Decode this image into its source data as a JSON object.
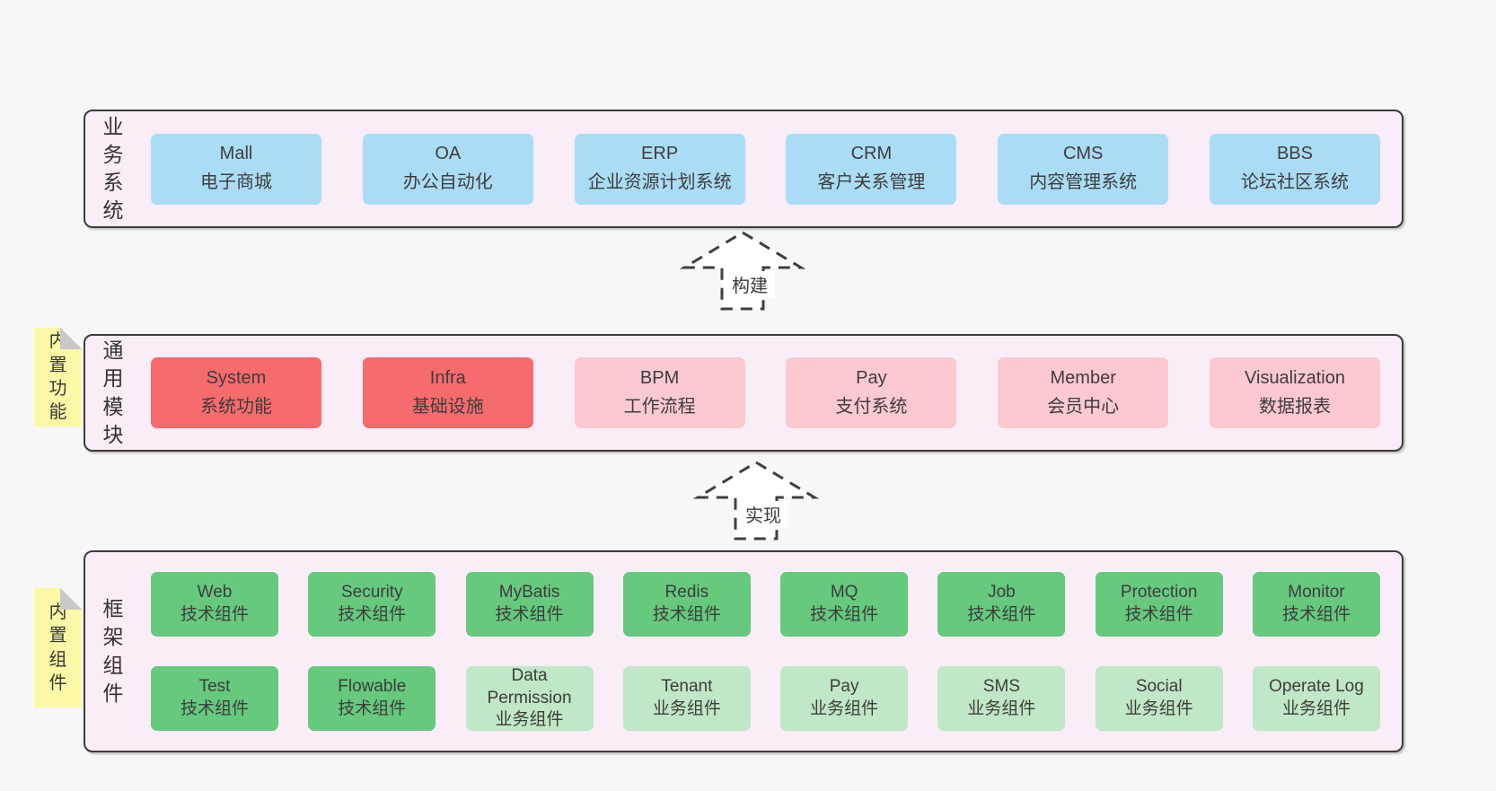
{
  "colors": {
    "page_bg": "#f7f7f7",
    "container_bg": "#f9edf7",
    "container_border": "#3c3c3c",
    "business_box": "#abdcf5",
    "module_core_box": "#f56b6e",
    "module_box": "#fcc9d1",
    "tech_component_box": "#66c97e",
    "biz_component_box": "#c0e7c7",
    "sticky_note": "#fbf9a6",
    "note_fold": "#c8c8c8",
    "text": "#3d3d3d"
  },
  "arrows": [
    {
      "label": "构建"
    },
    {
      "label": "实现"
    }
  ],
  "layers": {
    "business": {
      "label": "业务系统",
      "boxes": [
        {
          "name": "Mall",
          "desc": "电子商城",
          "variant": "blue"
        },
        {
          "name": "OA",
          "desc": "办公自动化",
          "variant": "blue"
        },
        {
          "name": "ERP",
          "desc": "企业资源计划系统",
          "variant": "blue"
        },
        {
          "name": "CRM",
          "desc": "客户关系管理",
          "variant": "blue"
        },
        {
          "name": "CMS",
          "desc": "内容管理系统",
          "variant": "blue"
        },
        {
          "name": "BBS",
          "desc": "论坛社区系统",
          "variant": "blue"
        }
      ]
    },
    "modules": {
      "label": "通用模块",
      "note": "内置功能",
      "boxes": [
        {
          "name": "System",
          "desc": "系统功能",
          "variant": "red"
        },
        {
          "name": "Infra",
          "desc": "基础设施",
          "variant": "red"
        },
        {
          "name": "BPM",
          "desc": "工作流程",
          "variant": "pink"
        },
        {
          "name": "Pay",
          "desc": "支付系统",
          "variant": "pink"
        },
        {
          "name": "Member",
          "desc": "会员中心",
          "variant": "pink"
        },
        {
          "name": "Visualization",
          "desc": "数据报表",
          "variant": "pink"
        }
      ]
    },
    "components": {
      "label": "框架组件",
      "note": "内置组件",
      "row1": [
        {
          "name": "Web",
          "desc": "技术组件",
          "variant": "green-dark"
        },
        {
          "name": "Security",
          "desc": "技术组件",
          "variant": "green-dark"
        },
        {
          "name": "MyBatis",
          "desc": "技术组件",
          "variant": "green-dark"
        },
        {
          "name": "Redis",
          "desc": "技术组件",
          "variant": "green-dark"
        },
        {
          "name": "MQ",
          "desc": "技术组件",
          "variant": "green-dark"
        },
        {
          "name": "Job",
          "desc": "技术组件",
          "variant": "green-dark"
        },
        {
          "name": "Protection",
          "desc": "技术组件",
          "variant": "green-dark"
        },
        {
          "name": "Monitor",
          "desc": "技术组件",
          "variant": "green-dark"
        }
      ],
      "row2": [
        {
          "name": "Test",
          "desc": "技术组件",
          "variant": "green-dark"
        },
        {
          "name": "Flowable",
          "desc": "技术组件",
          "variant": "green-dark"
        },
        {
          "name": "Data Permission",
          "desc": "业务组件",
          "variant": "green-light"
        },
        {
          "name": "Tenant",
          "desc": "业务组件",
          "variant": "green-light"
        },
        {
          "name": "Pay",
          "desc": "业务组件",
          "variant": "green-light"
        },
        {
          "name": "SMS",
          "desc": "业务组件",
          "variant": "green-light"
        },
        {
          "name": "Social",
          "desc": "业务组件",
          "variant": "green-light"
        },
        {
          "name": "Operate Log",
          "desc": "业务组件",
          "variant": "green-light"
        }
      ]
    }
  }
}
